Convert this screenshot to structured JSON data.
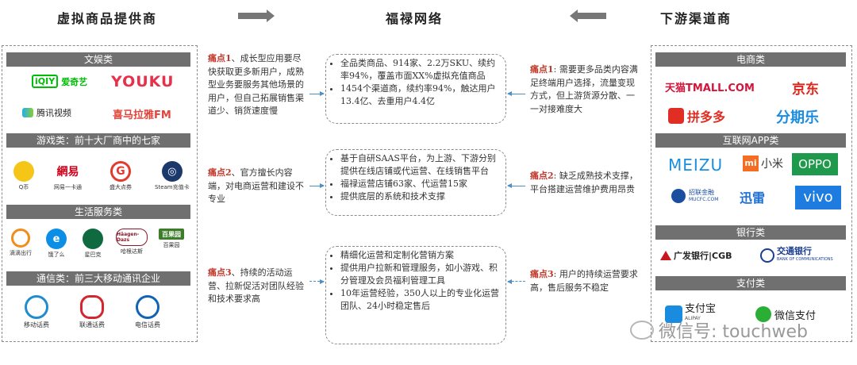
{
  "headers": {
    "left": "虚拟商品提供商",
    "center": "福禄网络",
    "right": "下游渠道商"
  },
  "left": {
    "cat1": "文娱类",
    "cat1_logos": [
      "爱奇艺",
      "YOUKU",
      "腾讯视频",
      "喜马拉雅FM"
    ],
    "cat2": "游戏类：前十大厂商中的七家",
    "cat2_logos": [
      "Q币",
      "网易一卡通",
      "盛大点券",
      "Steam充值卡"
    ],
    "cat2_words": {
      "netease": "網易",
      "steam_glyph": "◎"
    },
    "cat3": "生活服务类",
    "cat3_logos": [
      "滴滴出行",
      "饿了么",
      "星巴克",
      "哈根达斯",
      "百果园"
    ],
    "cat3_words": {
      "haagen": "Häagen-Dazs",
      "pagoda": "百果园"
    },
    "cat4": "通信类：前三大移动通讯企业",
    "cat4_logos": [
      "移动话费",
      "联通话费",
      "电信话费"
    ]
  },
  "pain_left": [
    {
      "label": "痛点1",
      "text": "、成长型应用要尽快获取更多新用户，成熟型业务要服务其他场景的用户，但自己拓展销售渠道少、销货速度慢"
    },
    {
      "label": "痛点2",
      "text": "、官方擅长内容端，对电商运营和建设不专业"
    },
    {
      "label": "痛点3",
      "text": "、持续的活动运营、拉新促活对团队经验和技术要求高"
    }
  ],
  "center_boxes": [
    [
      "全品类商品、914家、2.2万SKU、续约率94%，覆盖市面XX%虚拟充值商品",
      "1454个渠道商，续约率94%，触达用户13.4亿、去重用户4.4亿"
    ],
    [
      "基于自研SAAS平台，为上游、下游分别提供在线店铺或代运营、在线销售平台",
      "福禄运营店铺63家、代运营15家",
      "提供底层的系统和技术支撑"
    ],
    [
      "精细化运营和定制化营销方案",
      "提供用户拉新和管理服务，如小游戏、积分管理及会员福利管理工具",
      "10年运营经验，350人以上的专业化运营团队、24小时稳定售后"
    ]
  ],
  "pain_right": [
    {
      "label": "痛点1",
      "text": ": 需要更多品类内容满足终端用户选择，流量变现方式，但上游货源分散、一一对接难度大"
    },
    {
      "label": "痛点2",
      "text": ": 缺乏成熟技术支撑，平台搭建运营维护费用昂贵"
    },
    {
      "label": "痛点3",
      "text": ": 用户的持续运营要求高，售后服务不稳定"
    }
  ],
  "right": {
    "cat1": "电商类",
    "cat1_logos": [
      "天猫TMALL.COM",
      "京东",
      "拼多多",
      "分期乐"
    ],
    "cat2": "互联网APP类",
    "cat2_logos": [
      "MEIZU",
      "小米",
      "OPPO",
      "招联金融",
      "迅雷",
      "vivo"
    ],
    "cat2_words": {
      "mi": "mi",
      "zhaolian_en": "MUCFC.COM"
    },
    "cat3": "银行类",
    "cat3_logos": [
      "广发银行|CGB",
      "交通银行"
    ],
    "cat3_words": {
      "bocom_en": "BANK OF COMMUNICATIONS"
    },
    "cat4": "支付类",
    "cat4_logos": [
      "支付宝",
      "微信支付"
    ],
    "cat4_words": {
      "alipay_en": "ALIPAY"
    }
  },
  "watermark": "微信号: touchweb",
  "colors": {
    "bar": "#707070",
    "pain": "#c0392b",
    "arrow": "#4a90c8"
  }
}
